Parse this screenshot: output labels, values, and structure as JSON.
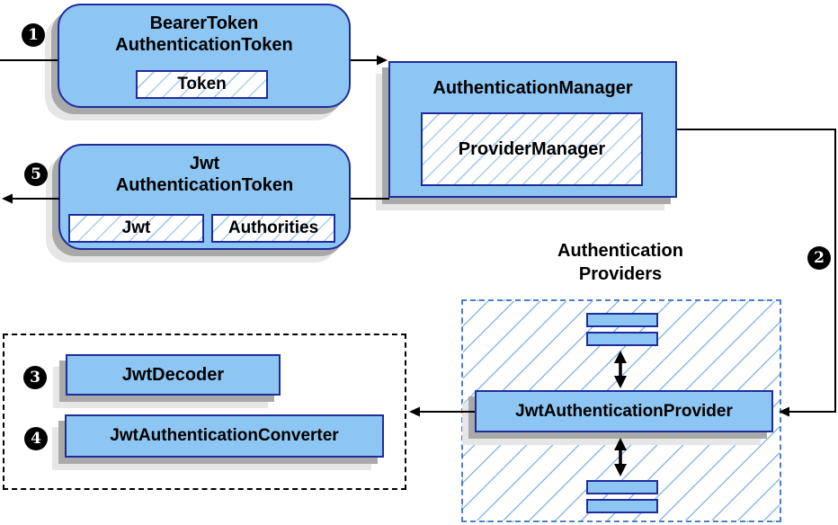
{
  "nodes": {
    "bearer_token": {
      "title_line1": "BearerToken",
      "title_line2": "AuthenticationToken",
      "chip": "Token"
    },
    "authentication_manager": {
      "title": "AuthenticationManager",
      "chip": "ProviderManager"
    },
    "jwt_authentication_token": {
      "title_line1": "Jwt",
      "title_line2": "AuthenticationToken",
      "chip1": "Jwt",
      "chip2": "Authorities"
    },
    "jwt_authentication_provider": {
      "title": "JwtAuthenticationProvider"
    },
    "jwt_decoder": {
      "title": "JwtDecoder"
    },
    "jwt_authentication_converter": {
      "title": "JwtAuthenticationConverter"
    }
  },
  "labels": {
    "providers_group_line1": "Authentication",
    "providers_group_line2": "Providers"
  },
  "steps": {
    "s1": "1",
    "s2": "2",
    "s3": "3",
    "s4": "4",
    "s5": "5"
  },
  "colors": {
    "node_fill": "#8dc6f3",
    "node_border": "#1f2c9c",
    "chip_hatch_line": "#a9cdee",
    "providers_hatch_line": "#8ab8e6",
    "providers_dash_border": "#4d7fc4",
    "left_group_dash_border": "#000000",
    "shadow_dark": "#a9a9a9",
    "shadow_light": "#e6e6e6",
    "connector": "#000000",
    "badge_bg": "#000000",
    "badge_text": "#ffffff"
  }
}
